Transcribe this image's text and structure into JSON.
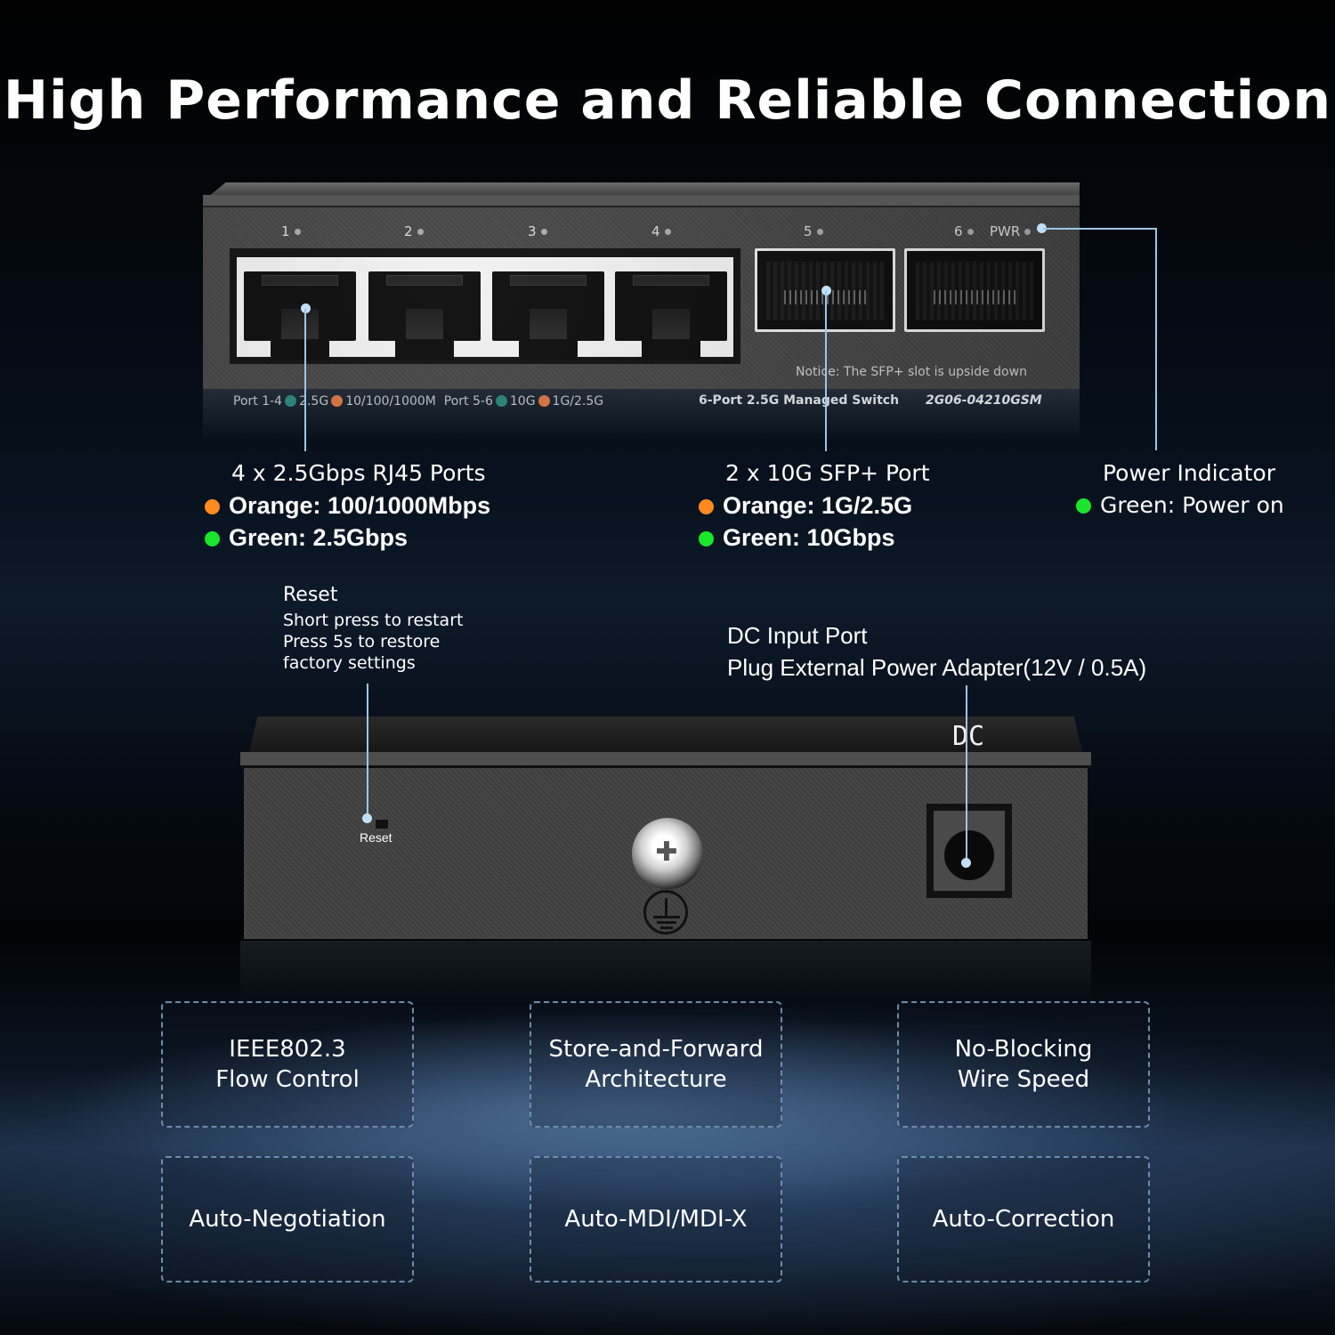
{
  "title": "High Performance and Reliable Connection",
  "front_panel": {
    "port_labels": [
      "1",
      "2",
      "3",
      "4",
      "5",
      "6",
      "PWR"
    ],
    "notice": "Notice: The SFP+ slot is upside down",
    "speed_legend": {
      "group1_label": "Port 1-4",
      "group1_green": "2.5G",
      "group1_orange": "10/100/1000M",
      "group2_label": "Port 5-6",
      "group2_green": "10G",
      "group2_orange": "1G/2.5G"
    },
    "model_name": "6-Port 2.5G Managed Switch",
    "model_code": "2G06-04210GSM"
  },
  "callouts": {
    "rj45": {
      "heading": "4 x 2.5Gbps RJ45 Ports",
      "orange": "Orange: 100/1000Mbps",
      "green": "Green: 2.5Gbps"
    },
    "sfp": {
      "heading": "2 x 10G SFP+ Port",
      "orange": "Orange: 1G/2.5G",
      "green": "Green: 10Gbps"
    },
    "power": {
      "heading": "Power Indicator",
      "green": "Green: Power on"
    },
    "reset": {
      "heading": "Reset",
      "lines": [
        "Short press to restart",
        "Press 5s to restore",
        "factory settings"
      ]
    },
    "dc": {
      "heading": "DC Input Port",
      "detail": "Plug External Power Adapter(12V / 0.5A)"
    }
  },
  "rear_panel": {
    "reset_label": "Reset",
    "dc_label": "DC"
  },
  "features": [
    "IEEE802.3\nFlow Control",
    "Store-and-Forward\nArchitecture",
    "No-Blocking\nWire Speed",
    "Auto-Negotiation",
    "Auto-MDI/MDI-X",
    "Auto-Correction"
  ],
  "colors": {
    "orange": "#ff8a1e",
    "green": "#19e62a",
    "led_teal": "#1a8f7a",
    "led_orange": "#ff7a33",
    "callout_line": "#9cc6e6"
  }
}
